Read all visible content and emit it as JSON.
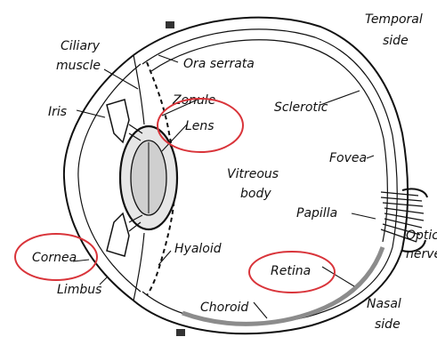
{
  "diagram": {
    "labels": {
      "temporal_side": [
        "Temporal",
        "side"
      ],
      "ciliary_muscle": [
        "Ciliary",
        "muscle"
      ],
      "ora_serrata": "Ora serrata",
      "zonule": "Zonule",
      "iris": "Iris",
      "lens": "Lens",
      "sclerotic": "Sclerotic",
      "fovea": "Fovea",
      "vitreous_body": [
        "Vitreous",
        "body"
      ],
      "papilla": "Papilla",
      "optic_nerve": [
        "Optic",
        "nerve"
      ],
      "hyaloid": "Hyaloid",
      "cornea": "Cornea",
      "retina": "Retina",
      "limbus": "Limbus",
      "choroid": "Choroid",
      "nasal_side": [
        "Nasal",
        "side"
      ]
    },
    "highlighted": [
      "Lens",
      "Cornea",
      "Retina"
    ],
    "colors": {
      "highlight_ring": "#d9343a",
      "line": "#111111",
      "lens_fill": "#e6e6e6",
      "lens_core": "#cfcfcf",
      "retina_band": "#8c8c8c"
    }
  }
}
